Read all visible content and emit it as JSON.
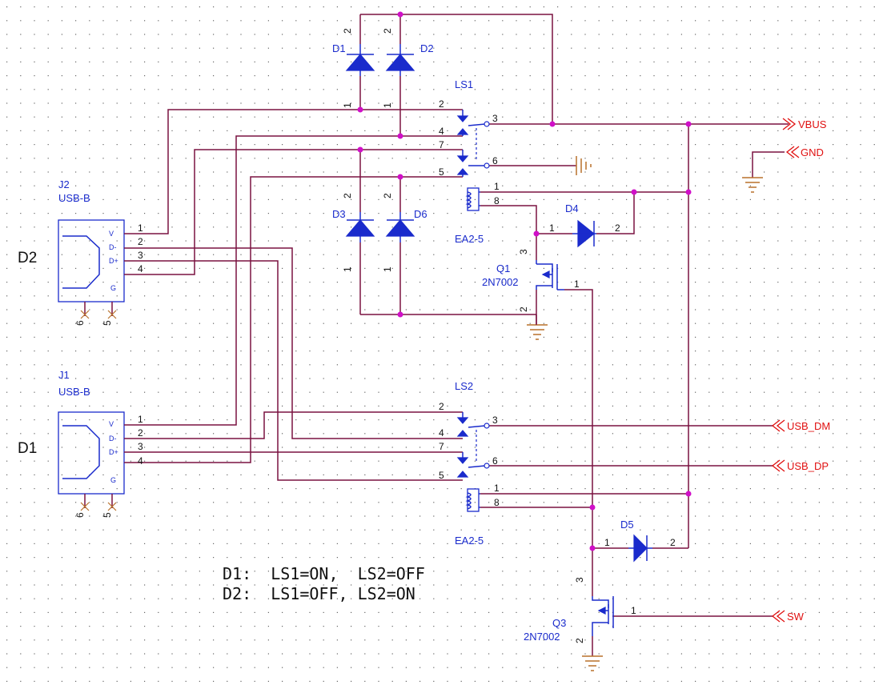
{
  "connectors": [
    {
      "ref": "J2",
      "type": "USB-B",
      "side_label": "D2",
      "pins": [
        "V",
        "D-",
        "D+",
        "G"
      ],
      "pin_nums": [
        "1",
        "2",
        "3",
        "4"
      ],
      "mount_pins": [
        "6",
        "5"
      ]
    },
    {
      "ref": "J1",
      "type": "USB-B",
      "side_label": "D1",
      "pins": [
        "V",
        "D-",
        "D+",
        "G"
      ],
      "pin_nums": [
        "1",
        "2",
        "3",
        "4"
      ],
      "mount_pins": [
        "6",
        "5"
      ]
    }
  ],
  "relays": [
    {
      "ref": "LS1",
      "part": "EA2-5",
      "contact_pins": [
        "2",
        "4",
        "7",
        "5"
      ],
      "com_pins": [
        "3",
        "6"
      ],
      "coil_pins": [
        "1",
        "8"
      ]
    },
    {
      "ref": "LS2",
      "part": "EA2-5",
      "contact_pins": [
        "2",
        "4",
        "7",
        "5"
      ],
      "com_pins": [
        "3",
        "6"
      ],
      "coil_pins": [
        "1",
        "8"
      ]
    }
  ],
  "diodes": [
    {
      "ref": "D1",
      "p1": "1",
      "p2": "2"
    },
    {
      "ref": "D2",
      "p1": "1",
      "p2": "2"
    },
    {
      "ref": "D3",
      "p1": "1",
      "p2": "2"
    },
    {
      "ref": "D6",
      "p1": "1",
      "p2": "2"
    },
    {
      "ref": "D4",
      "p1": "1",
      "p2": "2"
    },
    {
      "ref": "D5",
      "p1": "1",
      "p2": "2"
    }
  ],
  "transistors": [
    {
      "ref": "Q1",
      "part": "2N7002",
      "gate": "1",
      "source": "2",
      "drain": "3"
    },
    {
      "ref": "Q3",
      "part": "2N7002",
      "gate": "1",
      "source": "2",
      "drain": "3"
    }
  ],
  "net_labels": {
    "vbus": "VBUS",
    "gnd": "GND",
    "usb_dm": "USB_DM",
    "usb_dp": "USB_DP",
    "sw": "SW"
  },
  "notes": [
    "D1:  LS1=ON,  LS2=OFF",
    "D2:  LS1=OFF, LS2=ON"
  ],
  "colors": {
    "wire": "#7a1240",
    "part": "#1a2bcc",
    "net": "#e01010",
    "junction": "#d010c8",
    "ground": "#b8702a",
    "grid": "#555555"
  }
}
